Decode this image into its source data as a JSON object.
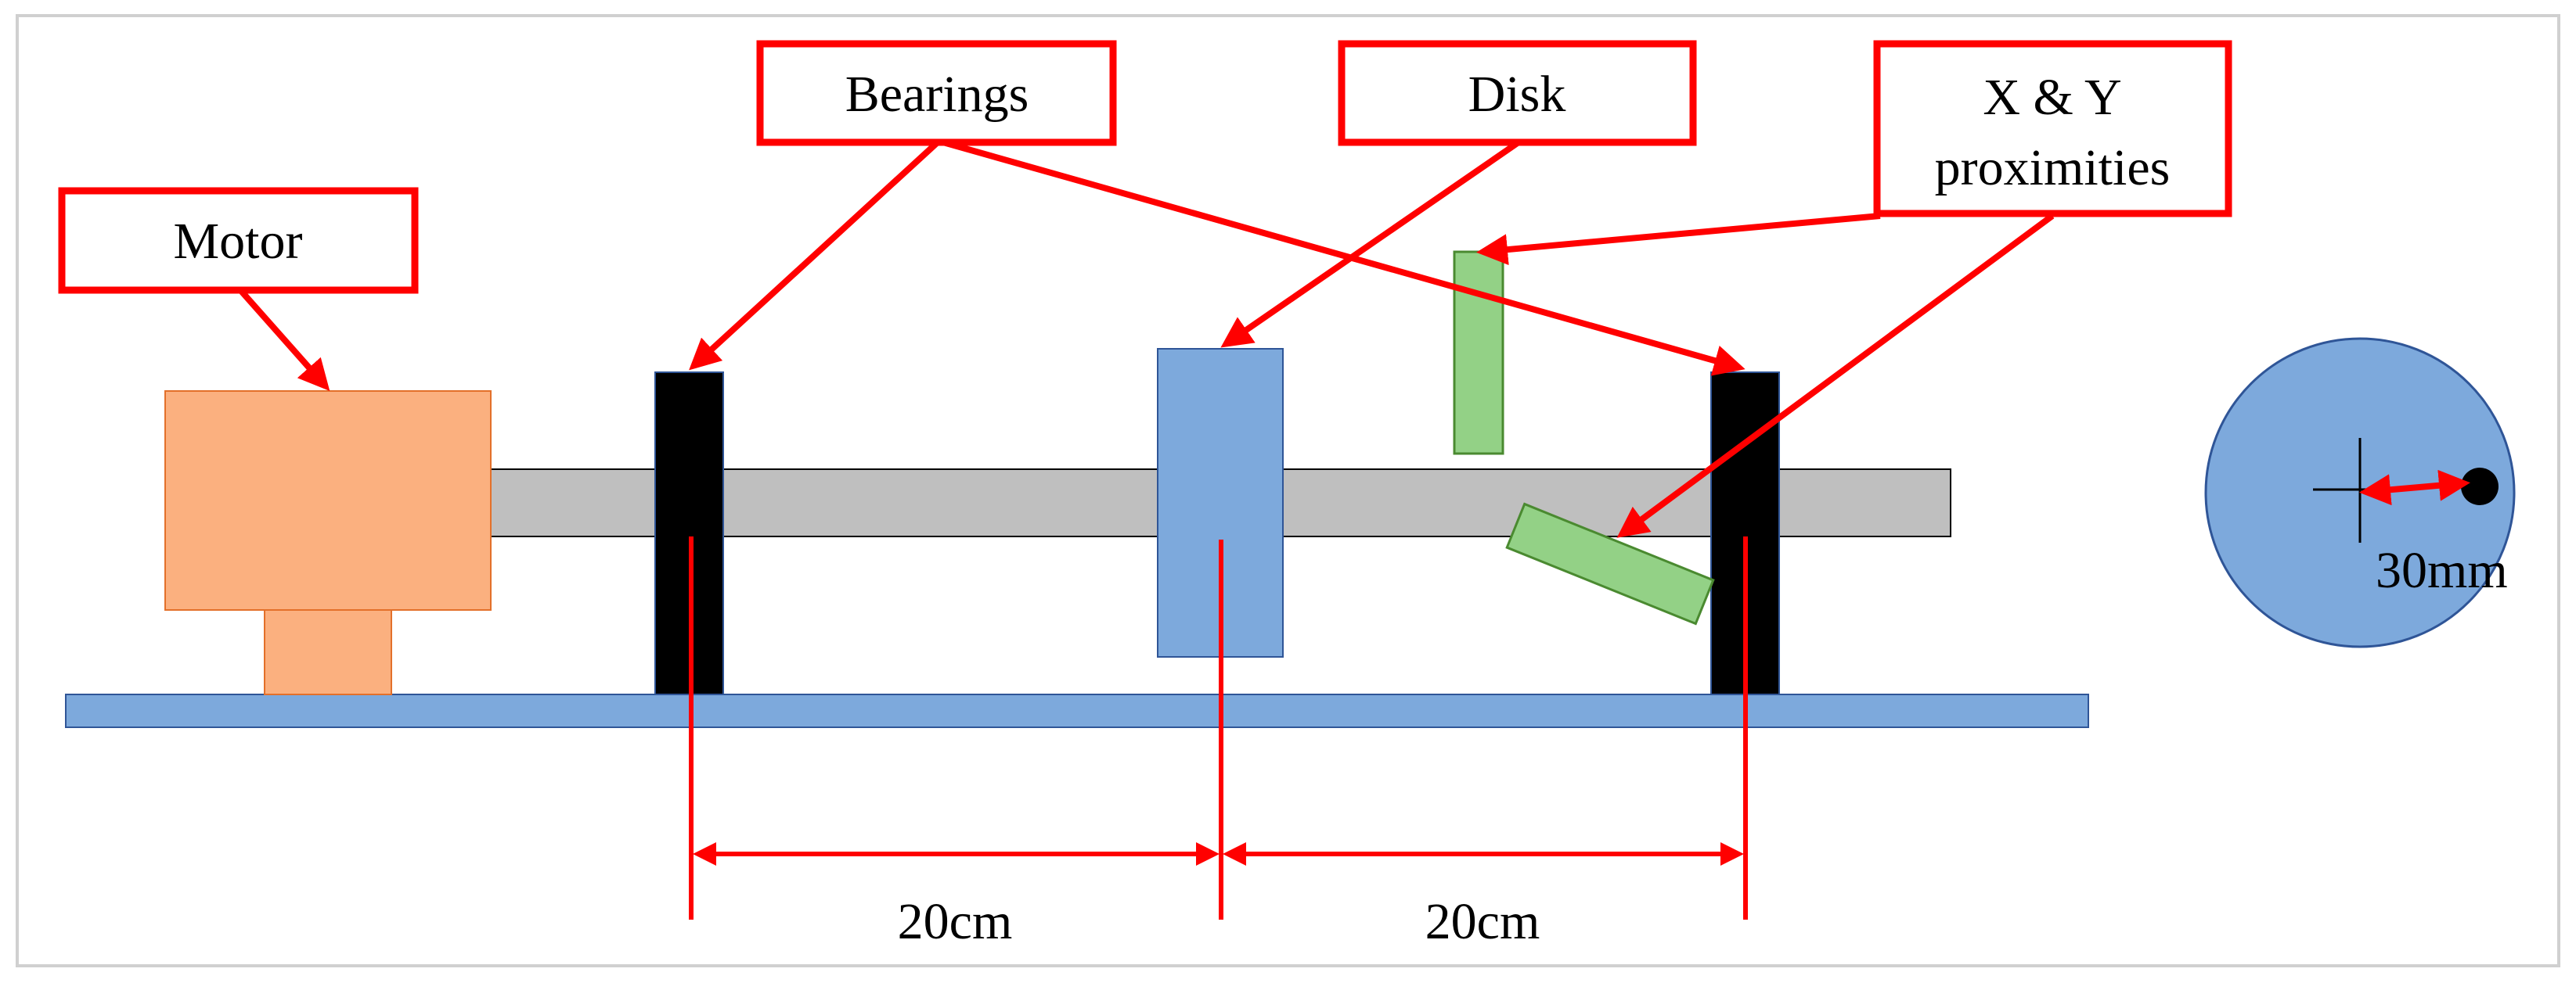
{
  "labels": {
    "motor": "Motor",
    "bearings": "Bearings",
    "disk": "Disk",
    "proximities_line1": "X & Y",
    "proximities_line2": "proximities"
  },
  "dimensions": {
    "left_span": "20cm",
    "right_span": "20cm",
    "eccentricity": "30mm"
  },
  "colors": {
    "callout": "#ff0000",
    "motor": "#fbb07f",
    "motor_edge": "#e3702a",
    "bearing": "#000000",
    "shaft": "#bfbfbf",
    "disk": "#7da9dc",
    "disk_edge": "#2f5597",
    "sensor": "#93d186",
    "sensor_edge": "#4a8a30",
    "base": "#7da9dc"
  }
}
